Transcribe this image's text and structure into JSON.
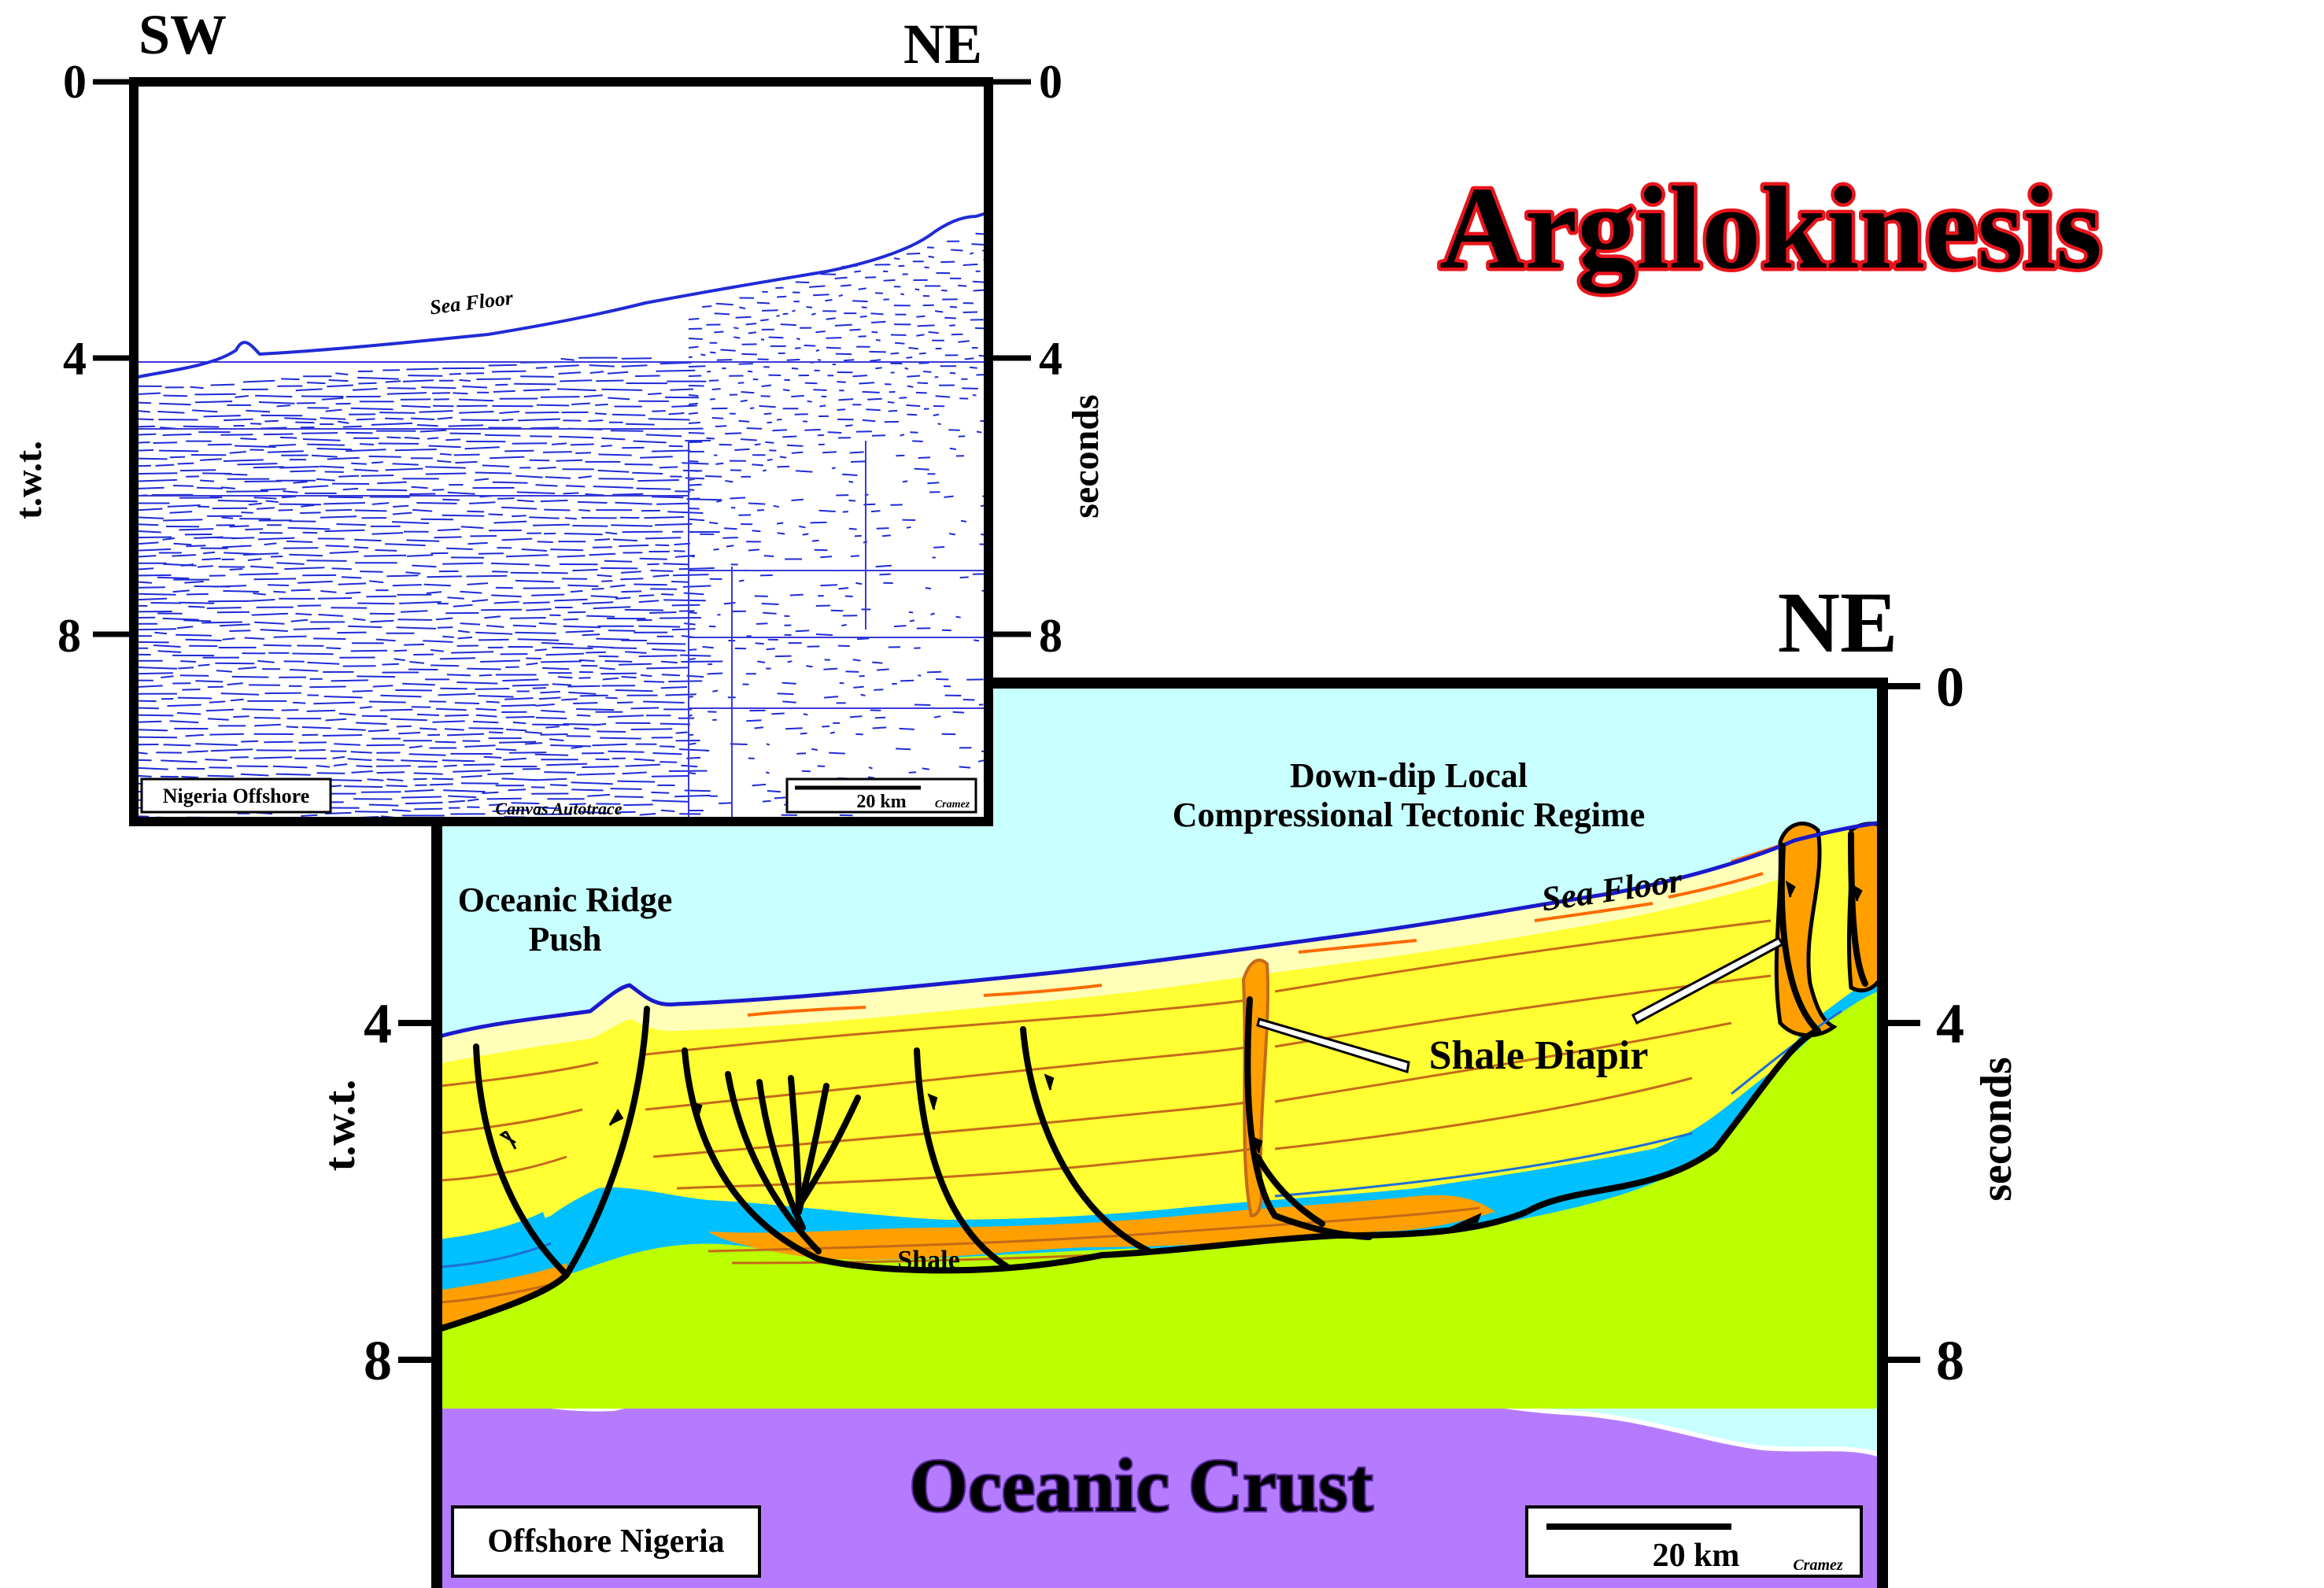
{
  "title": "Argilokinesis",
  "colors": {
    "title_fill": "#000000",
    "title_outline": "#e8141b",
    "seismic_blue": "#1f2bd6",
    "water": "#c8ffff",
    "sediment_yellow": "#ffff33",
    "pale_yellow": "#ffffb8",
    "blue_layer": "#00c0ff",
    "shale_orange": "#ff9f00",
    "green": "#bbff00",
    "crust_purple": "#b57bff",
    "horizon_brown": "#c46a1a"
  },
  "seismic": {
    "dir_left": "SW",
    "dir_right": "NE",
    "axis_left_label": "t.w.t.",
    "axis_right_label": "seconds",
    "ticks": [
      "0",
      "4",
      "8"
    ],
    "sea_floor": "Sea Floor",
    "location": "Nigeria Offshore",
    "credit": "Canvas Autotrace",
    "scale": "20 km",
    "author": "Cramez"
  },
  "section": {
    "dir_right": "NE",
    "axis_left_label": "t.w.t.",
    "axis_right_label": "seconds",
    "ticks": [
      "0",
      "4",
      "8"
    ],
    "regime_line1": "Down-dip Local",
    "regime_line2": "Compressional Tectonic Regime",
    "ridge_line1": "Oceanic Ridge",
    "ridge_line2": "Push",
    "sea_floor": "Sea Floor",
    "shale_diapir": "Shale Diapir",
    "shale": "Shale",
    "oceanic_crust": "Oceanic Crust",
    "location": "Offshore Nigeria",
    "scale": "20 km",
    "author": "Cramez"
  }
}
